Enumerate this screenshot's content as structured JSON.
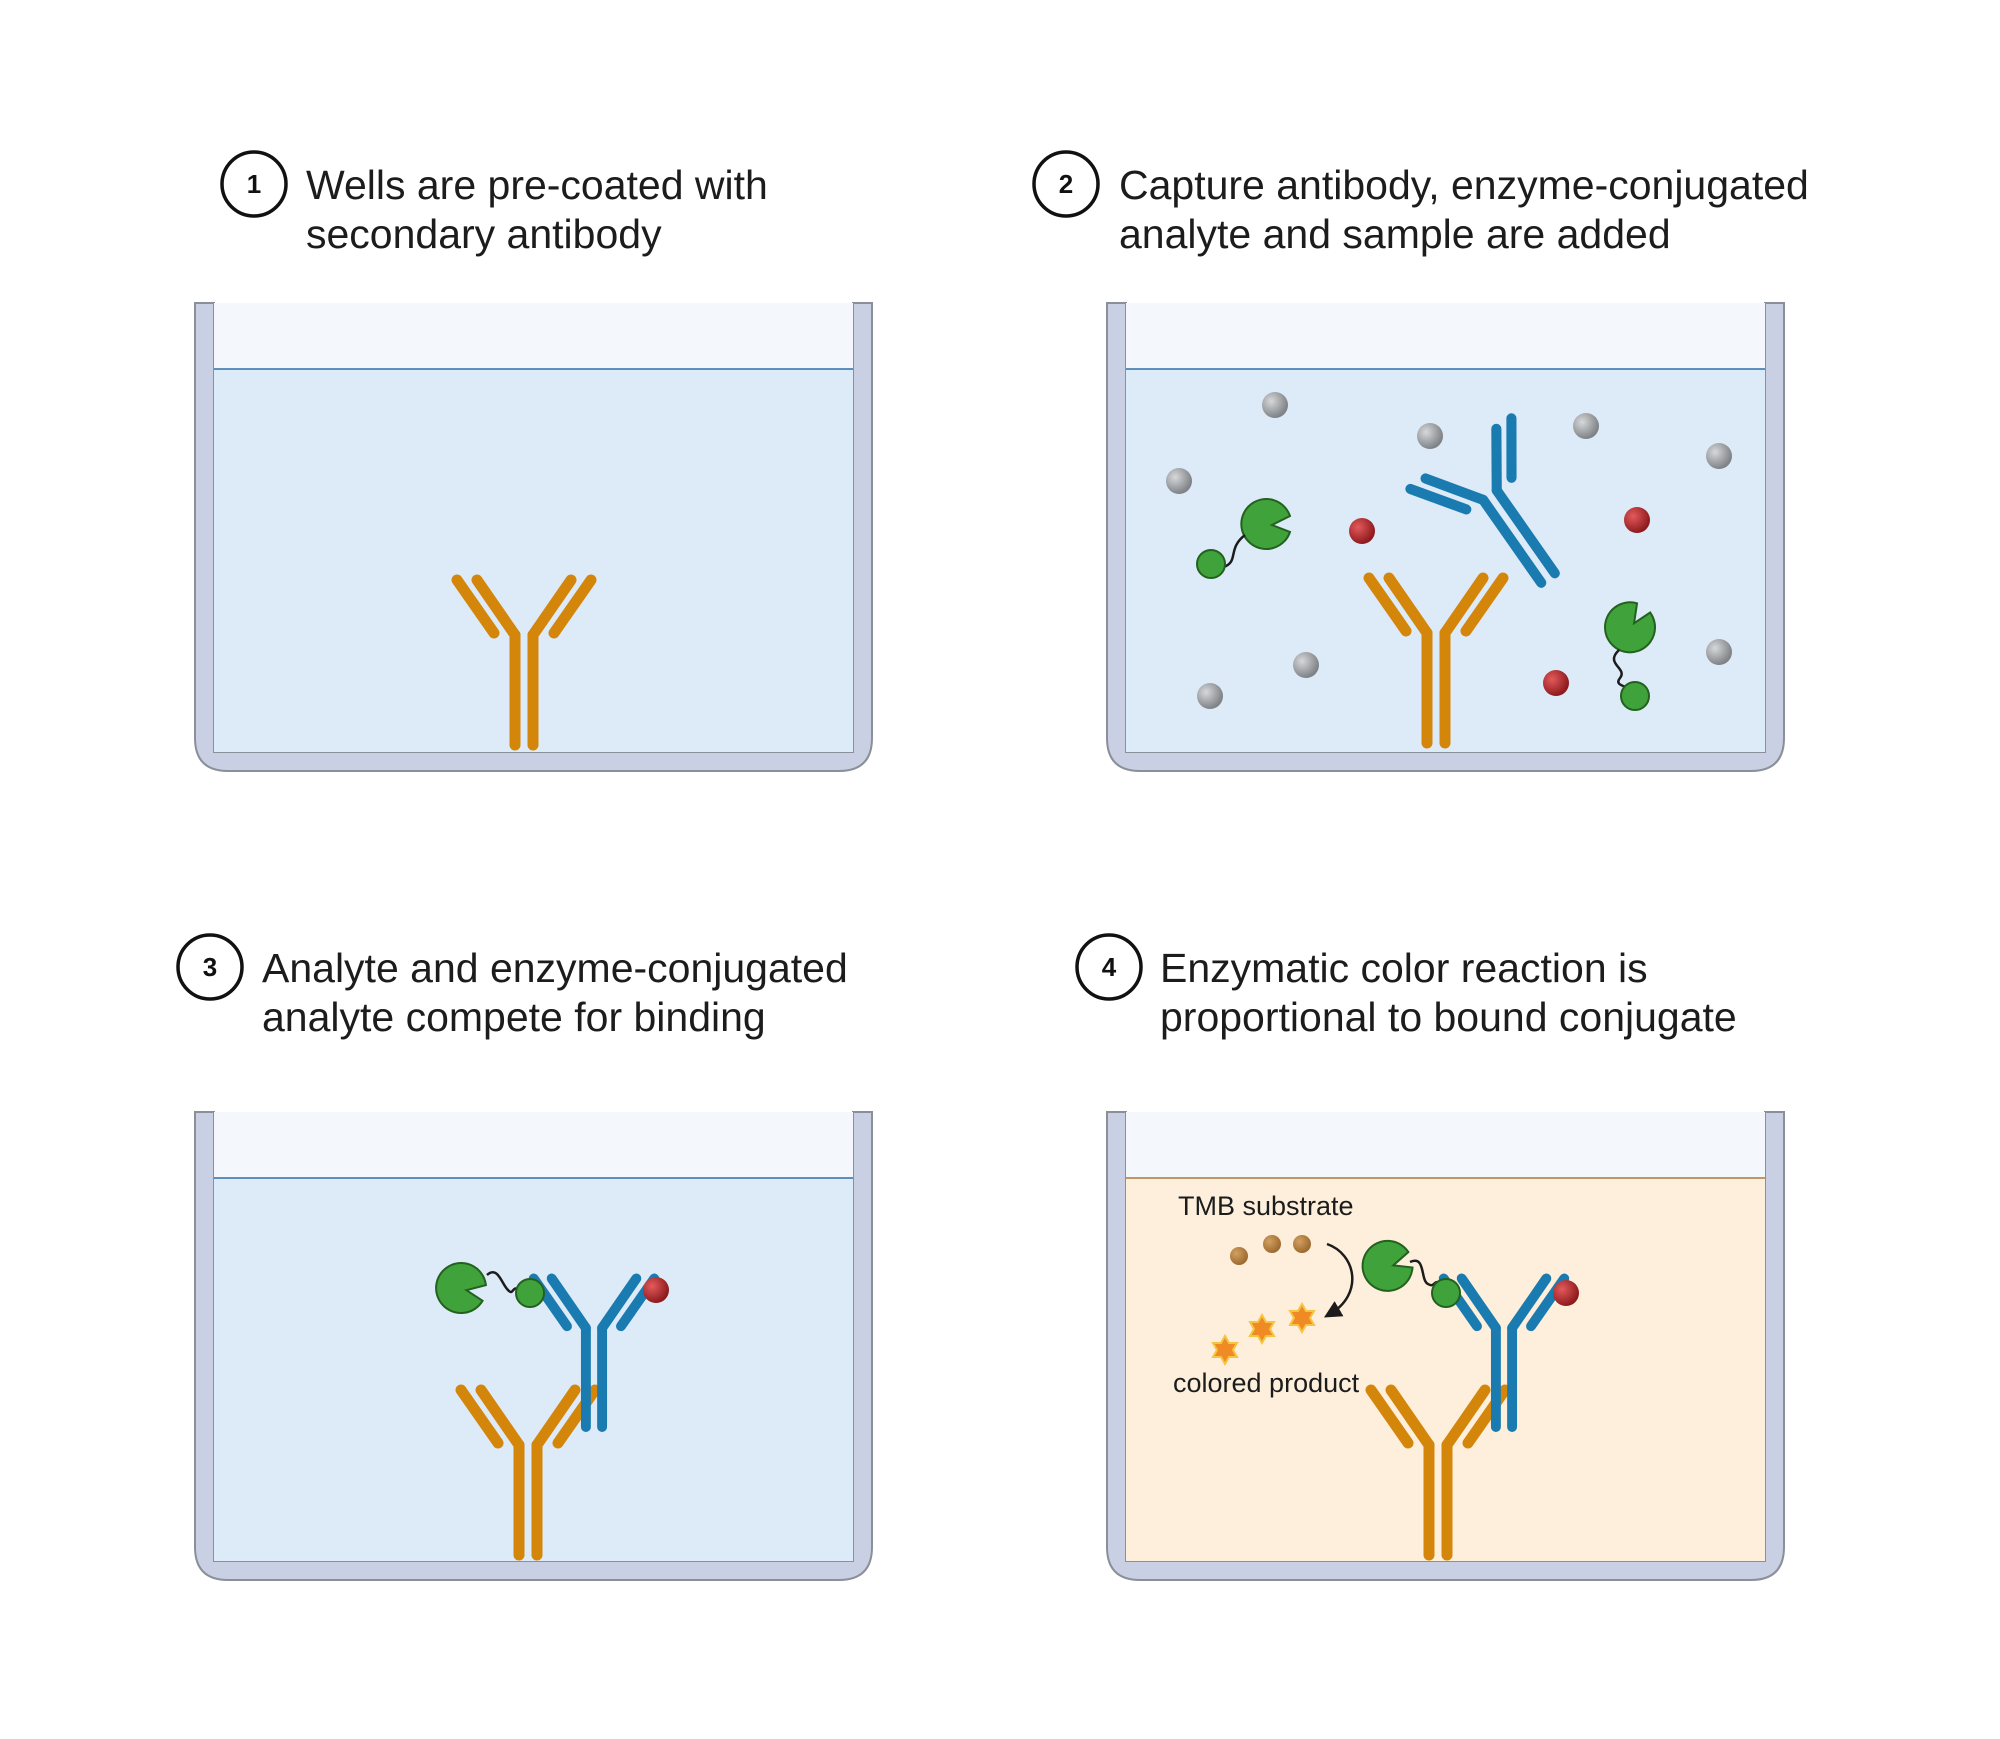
{
  "steps": [
    {
      "number": "1",
      "line1": "Wells are pre-coated with",
      "line2": "secondary antibody"
    },
    {
      "number": "2",
      "line1": "Capture antibody, enzyme-conjugated",
      "line2": "analyte and sample are added"
    },
    {
      "number": "3",
      "line1": "Analyte and enzyme-conjugated",
      "line2": "analyte compete for binding"
    },
    {
      "number": "4",
      "line1": "Enzymatic color reaction is",
      "line2": "proportional to bound conjugate"
    }
  ],
  "annotations": {
    "substrate": "TMB substrate",
    "product": "colored product"
  },
  "colors": {
    "well_wall": "#c9d0e3",
    "well_outline": "#8a8f99",
    "liquid_blue": "#ddeaf8",
    "liquid_top": "#f4f8fd",
    "liquid_amber": "#fdefdc",
    "secondary_antibody": "#d4860b",
    "capture_antibody": "#1a7bb0",
    "enzyme": "#3fa23a",
    "analyte": "#b3262a",
    "sample_particle": "#8f9296",
    "tmb": "#b8833f",
    "product_star": "#f08a24"
  }
}
